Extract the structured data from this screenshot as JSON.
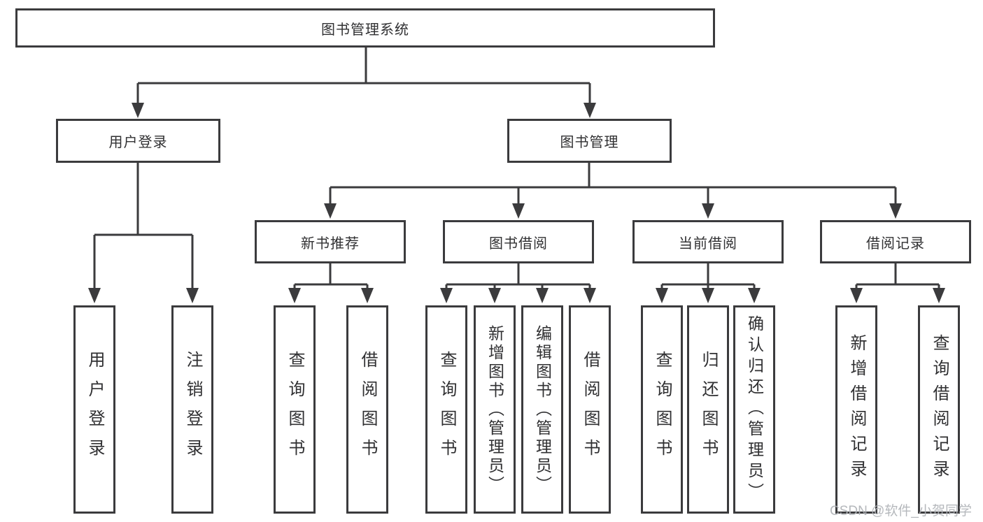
{
  "diagram": {
    "title_note": "Functional structure diagram of a library management system",
    "root": {
      "label": "图书管理系统"
    },
    "level1": [
      {
        "id": "user-login",
        "label": "用户登录"
      },
      {
        "id": "book-management",
        "label": "图书管理"
      }
    ],
    "level2": [
      {
        "id": "new-book-recommend",
        "label": "新书推荐",
        "parent": "图书管理"
      },
      {
        "id": "book-borrow",
        "label": "图书借阅",
        "parent": "图书管理"
      },
      {
        "id": "current-borrow",
        "label": "当前借阅",
        "parent": "图书管理"
      },
      {
        "id": "borrow-records",
        "label": "借阅记录",
        "parent": "图书管理"
      }
    ],
    "leaves": {
      "user_login_child1": "用户登录",
      "user_login_child2": "注销登录",
      "new_rec_child1": "查询图书",
      "new_rec_child2": "借阅图书",
      "borrow_child1": "查询图书",
      "borrow_child2": "新增图书（管理员）",
      "borrow_child3": "编辑图书（管理员）",
      "borrow_child4": "借阅图书",
      "current_child1": "查询图书",
      "current_child2": "归还图书",
      "current_child3": "确认归还（管理员）",
      "records_child1": "新增借阅记录",
      "records_child2": "查询借阅记录"
    },
    "colors": {
      "line": "#3b3b3d",
      "box_background": "#ffffff",
      "text": "#303032",
      "watermark": "#afb2b6"
    }
  },
  "watermark": "CSDN @软件_小贺同学"
}
